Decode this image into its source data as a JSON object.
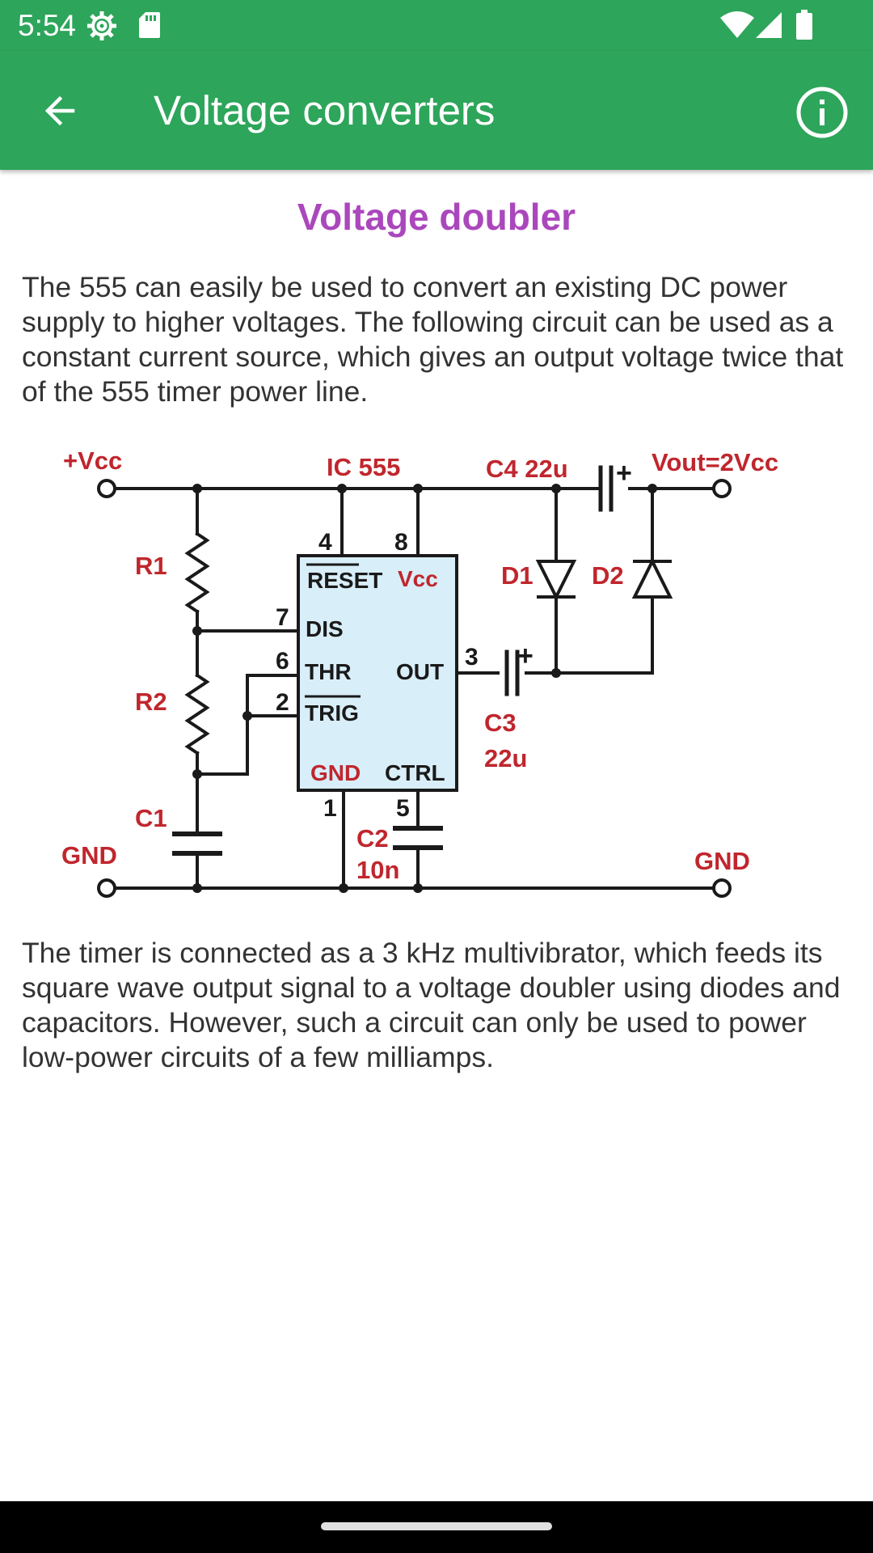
{
  "status_bar": {
    "time": "5:54",
    "icons_left": [
      "settings-gear-icon",
      "sd-card-icon"
    ],
    "icons_right": [
      "wifi-icon",
      "cellular-signal-icon",
      "battery-icon"
    ]
  },
  "app_bar": {
    "title": "Voltage converters",
    "back_icon": "arrow-back-icon",
    "info_icon": "info-icon",
    "color": "#2da55a"
  },
  "content": {
    "section_title": "Voltage doubler",
    "section_title_color": "#ab47bc",
    "paragraph_1": "The 555 can easily be used to convert an existing DC power supply to higher voltages. The following circuit can be used as a constant current source, which gives an output voltage twice that of the 555 timer power line.",
    "paragraph_2": "The timer is connected as a 3 kHz multivibrator, which feeds its square wave output signal to a voltage doubler using diodes and capacitors. However, such a circuit can only be used to power low-power circuits of a few milliamps."
  },
  "circuit": {
    "label_color": "#c0262d",
    "chip_fill": "#d8eef9",
    "terminals": {
      "vcc": "+Vcc",
      "vout": "Vout=2Vcc",
      "gnd_left": "GND",
      "gnd_right": "GND"
    },
    "ic_label": "IC 555",
    "components": {
      "r1": "R1",
      "r2": "R2",
      "c1": "C1",
      "c2": "C2",
      "c2_value": "10n",
      "c3": "C3",
      "c3_value": "22u",
      "c4": "C4 22u",
      "d1": "D1",
      "d2": "D2",
      "plus": "+"
    },
    "pins": {
      "reset": "RESET",
      "vcc": "Vcc",
      "dis": "DIS",
      "thr": "THR",
      "out": "OUT",
      "trig": "TRIG",
      "gnd": "GND",
      "ctrl": "CTRL"
    },
    "pin_numbers": {
      "p4": "4",
      "p8": "8",
      "p7": "7",
      "p6": "6",
      "p2": "2",
      "p3": "3",
      "p1": "1",
      "p5": "5"
    }
  }
}
